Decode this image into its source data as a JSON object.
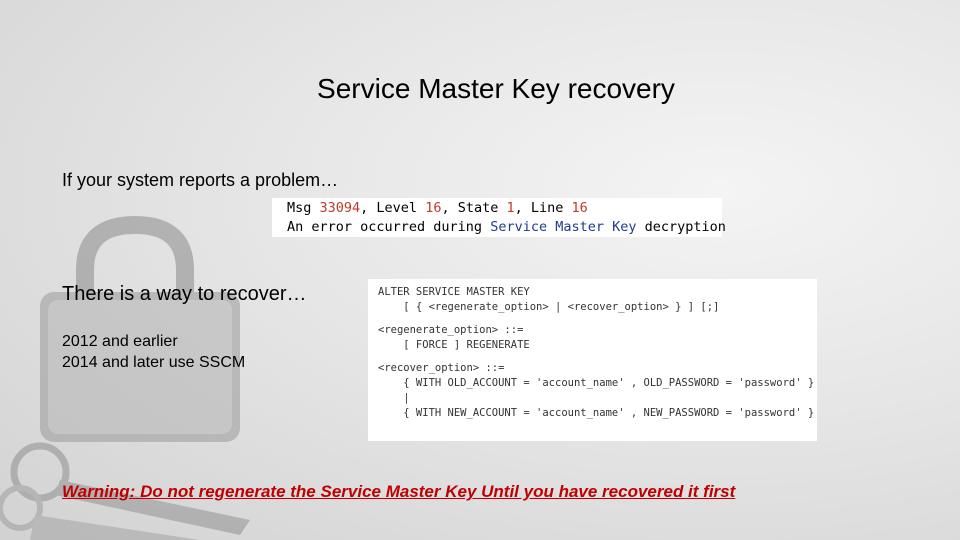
{
  "slide": {
    "title": "Service Master Key recovery",
    "intro": "If your system reports a problem…",
    "recover_text": "There is a way to recover…",
    "items": [
      "2012 and earlier",
      "2014 and later use SSCM"
    ],
    "warning": "Warning: Do not regenerate the Service Master Key Until you have recovered it first"
  },
  "error_message": {
    "line1_parts": [
      "Msg ",
      "33094",
      ", Level ",
      "16",
      ", State ",
      "1",
      ", Line ",
      "16"
    ],
    "line2_parts": [
      "An error occurred during ",
      "Service Master Key",
      " decryption"
    ]
  },
  "syntax": {
    "block1": [
      "ALTER SERVICE MASTER KEY",
      "    [ { <regenerate_option> | <recover_option> } ] [;]"
    ],
    "block2": [
      "<regenerate_option> ::=",
      "    [ FORCE ] REGENERATE"
    ],
    "block3": [
      "<recover_option> ::=",
      "    { WITH OLD_ACCOUNT = 'account_name' , OLD_PASSWORD = 'password' }",
      "    |",
      "    { WITH NEW_ACCOUNT = 'account_name' , NEW_PASSWORD = 'password' }"
    ]
  },
  "colors": {
    "number": "#c0392b",
    "keyword": "#1f3a93",
    "warning": "#c00000"
  },
  "icons": [
    "padlock-icon",
    "keys-icon"
  ]
}
